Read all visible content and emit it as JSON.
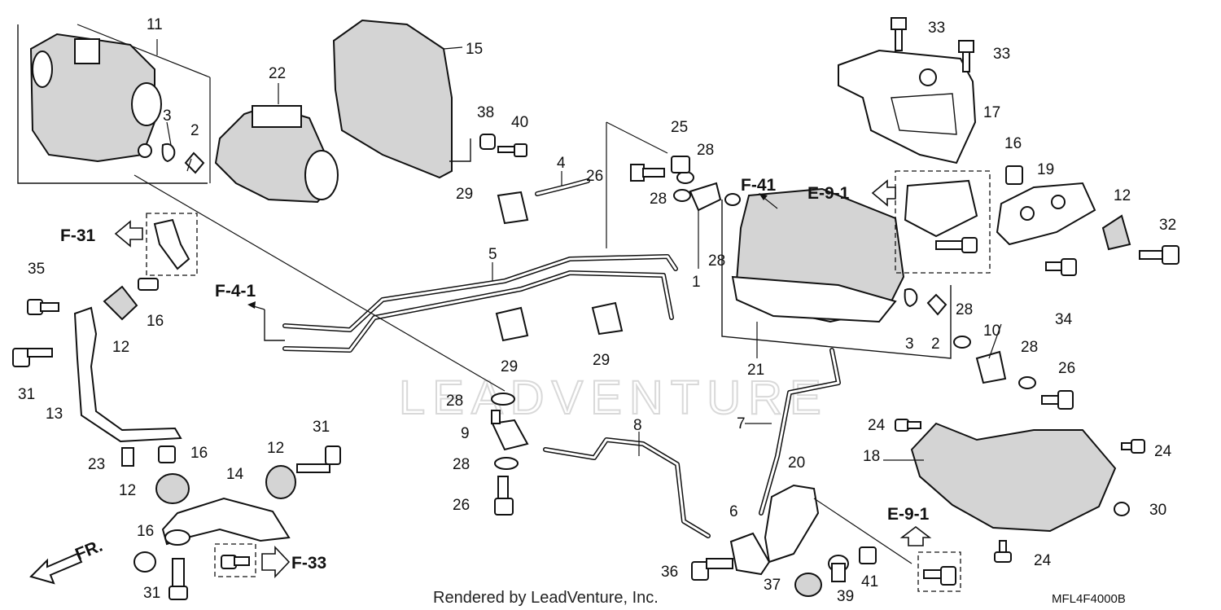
{
  "callouts": {
    "c1": "1",
    "c2a": "2",
    "c2b": "2",
    "c3a": "3",
    "c3b": "3",
    "c4": "4",
    "c5": "5",
    "c6": "6",
    "c7": "7",
    "c8": "8",
    "c9": "9",
    "c10": "10",
    "c11": "11",
    "c12a": "12",
    "c12b": "12",
    "c12c": "12",
    "c12d": "12",
    "c13": "13",
    "c14": "14",
    "c15": "15",
    "c16a": "16",
    "c16b": "16",
    "c16c": "16",
    "c16d": "16",
    "c17": "17",
    "c18": "18",
    "c19": "19",
    "c20": "20",
    "c21": "21",
    "c22": "22",
    "c23": "23",
    "c24a": "24",
    "c24b": "24",
    "c24c": "24",
    "c25": "25",
    "c26a": "26",
    "c26b": "26",
    "c26c": "26",
    "c28a": "28",
    "c28b": "28",
    "c28c": "28",
    "c28d": "28",
    "c28e": "28",
    "c28f": "28",
    "c28g": "28",
    "c29a": "29",
    "c29b": "29",
    "c29c": "29",
    "c30": "30",
    "c31a": "31",
    "c31b": "31",
    "c31c": "31",
    "c32": "32",
    "c33a": "33",
    "c33b": "33",
    "c34": "34",
    "c35": "35",
    "c36": "36",
    "c37": "37",
    "c38": "38",
    "c39": "39",
    "c40": "40",
    "c41": "41"
  },
  "references": {
    "f31": "F-31",
    "f41": "F-41",
    "f41b": "F-4-1",
    "f33": "F-33",
    "e91a": "E-9-1",
    "e91b": "E-9-1"
  },
  "direction_label": "FR.",
  "diagram_code": "MFL4F4000B",
  "footer": "Rendered by LeadVenture, Inc.",
  "watermark": "LEADVENTURE",
  "colors": {
    "ink": "#111111",
    "background": "#ffffff",
    "watermark": "#d9d9d9"
  }
}
